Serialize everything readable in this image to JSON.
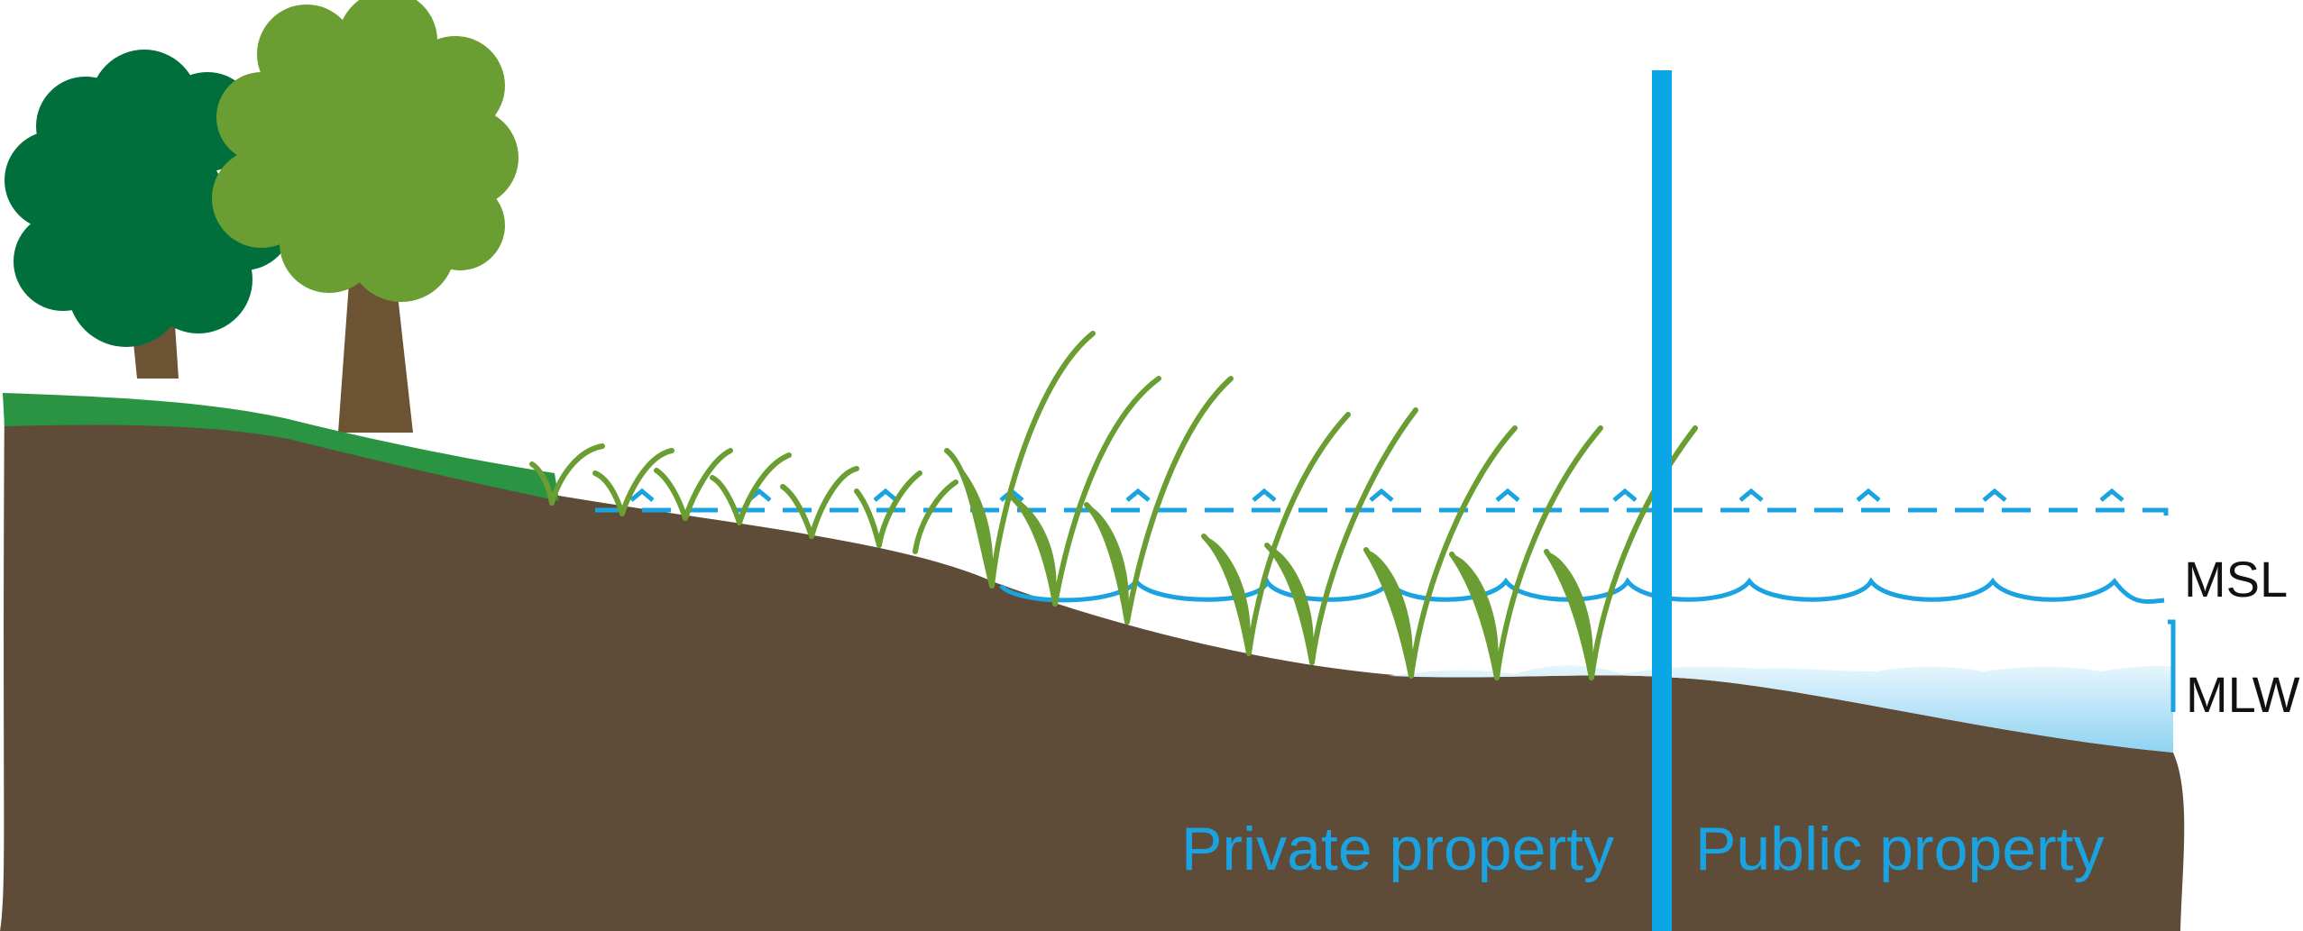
{
  "labels": {
    "msl": "MSL",
    "mlw": "MLW",
    "private_property": "Private property",
    "public_property": "Public property"
  },
  "colors": {
    "soil": "#5e4b38",
    "grass_strip": "#2a9442",
    "tree_dark": "#006f3c",
    "tree_light": "#6a9e33",
    "trunk": "#6b5334",
    "reed": "#6a9e33",
    "water_line": "#1aa3e0",
    "water_fill": "#8fd2f2",
    "boundary_post": "#0aa6e6",
    "label_text": "#111111",
    "property_text": "#1aa3e0"
  },
  "icons": {
    "trees": "tree-icon",
    "reeds": "reed-icon"
  }
}
